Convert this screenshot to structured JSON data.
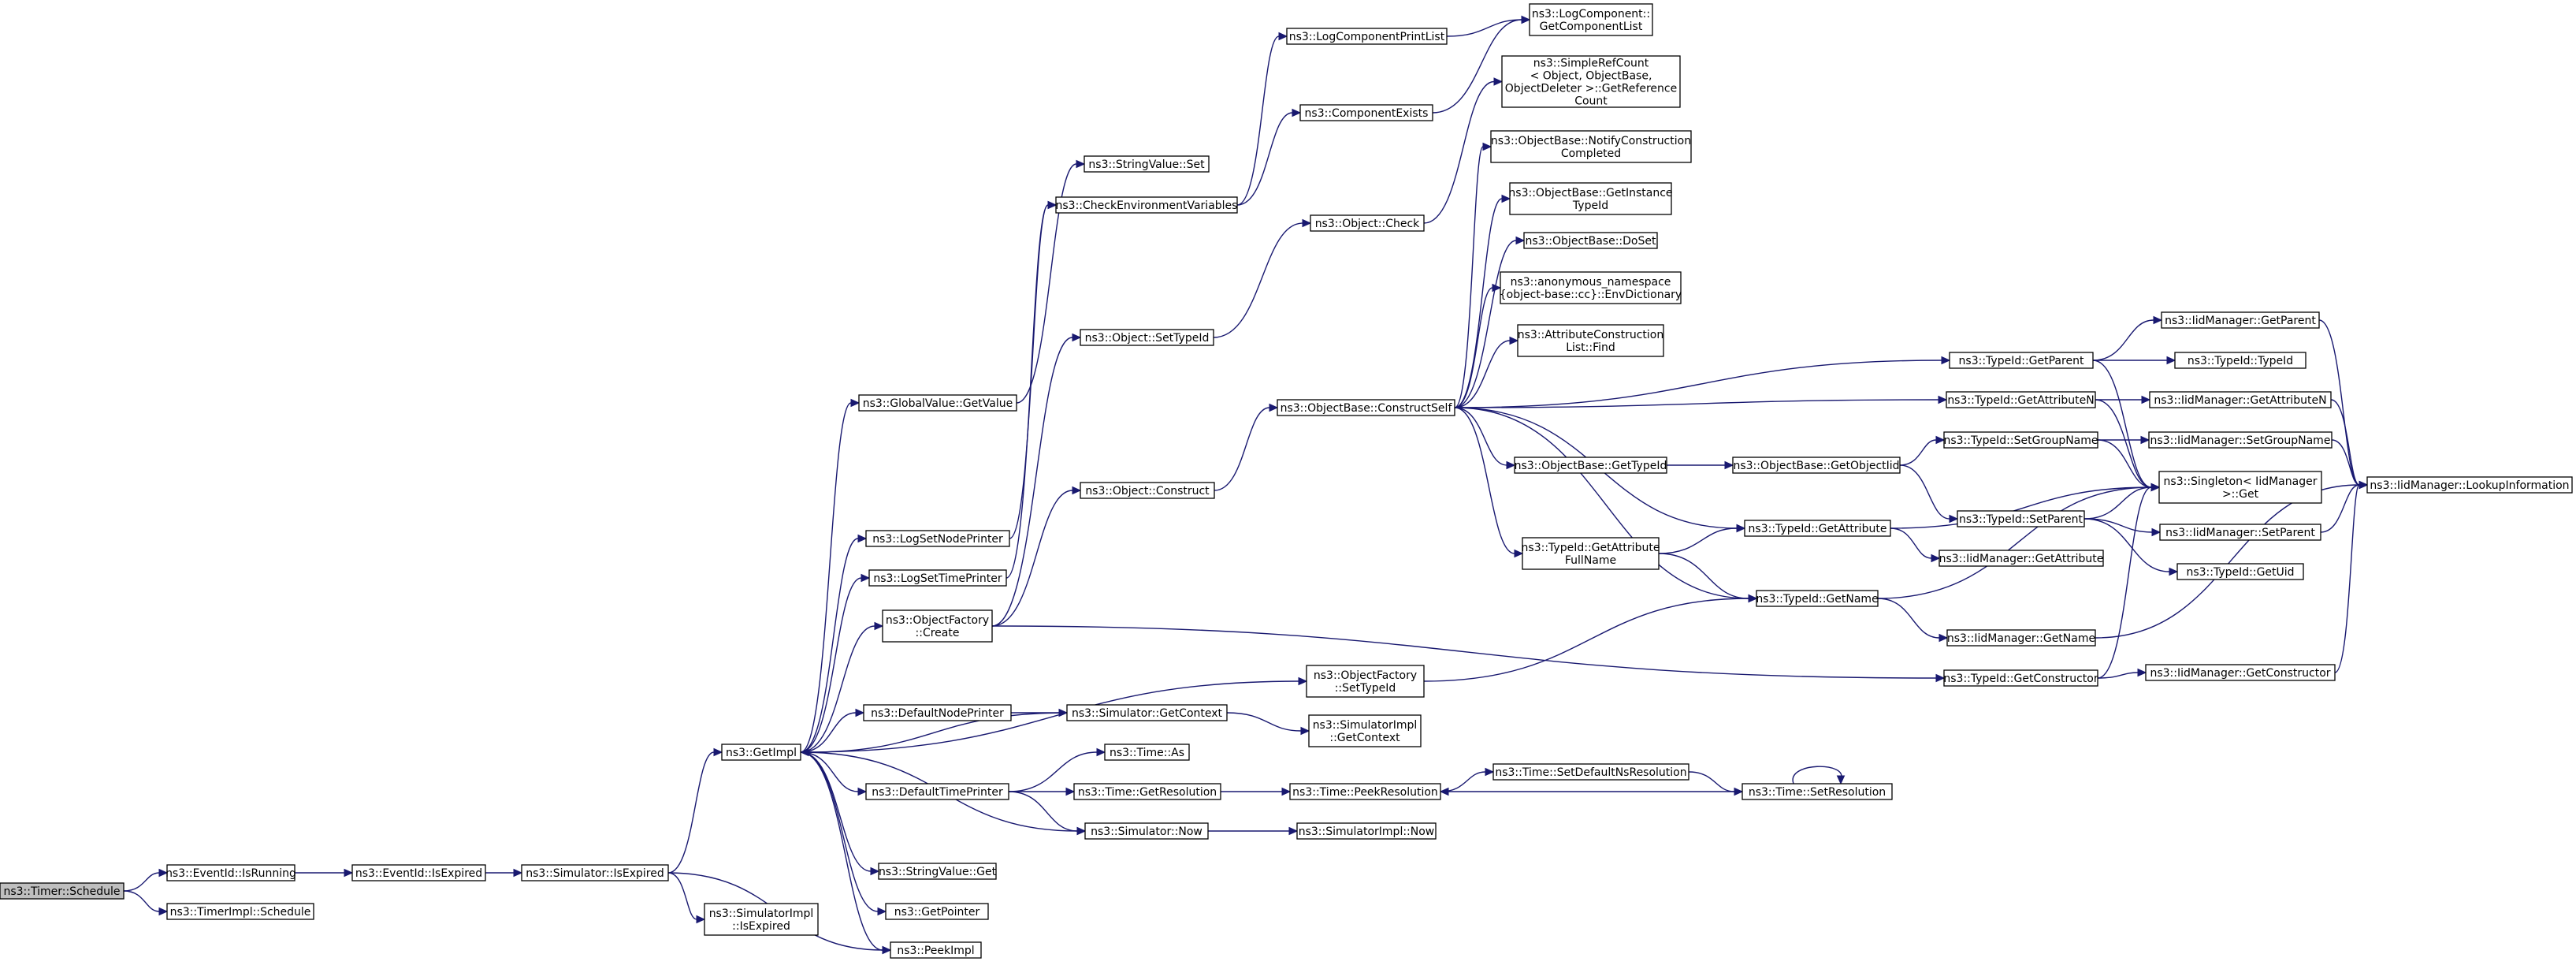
{
  "diagram": {
    "type": "call-graph",
    "colors": {
      "edge": "#191970",
      "root_fill": "#bfbfbf",
      "node_fill": "#ffffff",
      "node_stroke": "#000000"
    },
    "nodes": [
      {
        "id": "timer_schedule",
        "lines": [
          "ns3::Timer::Schedule"
        ],
        "root": true
      },
      {
        "id": "eventid_isrunning",
        "lines": [
          "ns3::EventId::IsRunning"
        ]
      },
      {
        "id": "timerimpl_schedule",
        "lines": [
          "ns3::TimerImpl::Schedule"
        ]
      },
      {
        "id": "eventid_isexpired",
        "lines": [
          "ns3::EventId::IsExpired"
        ]
      },
      {
        "id": "simulator_isexpired",
        "lines": [
          "ns3::Simulator::IsExpired"
        ]
      },
      {
        "id": "getimpl",
        "lines": [
          "ns3::GetImpl"
        ]
      },
      {
        "id": "simimpl_isexpired",
        "lines": [
          "ns3::SimulatorImpl",
          "::IsExpired"
        ]
      },
      {
        "id": "peekimpl",
        "lines": [
          "ns3::PeekImpl"
        ]
      },
      {
        "id": "globalvalue_getvalue",
        "lines": [
          "ns3::GlobalValue::GetValue"
        ]
      },
      {
        "id": "logsetnodeprinter",
        "lines": [
          "ns3::LogSetNodePrinter"
        ]
      },
      {
        "id": "logsettimeprinter",
        "lines": [
          "ns3::LogSetTimePrinter"
        ]
      },
      {
        "id": "objectfactory_create",
        "lines": [
          "ns3::ObjectFactory",
          "::Create"
        ]
      },
      {
        "id": "defaultnodeprinter",
        "lines": [
          "ns3::DefaultNodePrinter"
        ]
      },
      {
        "id": "defaulttimeprinter",
        "lines": [
          "ns3::DefaultTimePrinter"
        ]
      },
      {
        "id": "stringvalue_get",
        "lines": [
          "ns3::StringValue::Get"
        ]
      },
      {
        "id": "getpointer",
        "lines": [
          "ns3::GetPointer"
        ]
      },
      {
        "id": "stringvalue_set",
        "lines": [
          "ns3::StringValue::Set"
        ]
      },
      {
        "id": "checkenv",
        "lines": [
          "ns3::CheckEnvironmentVariables"
        ]
      },
      {
        "id": "object_settypeid",
        "lines": [
          "ns3::Object::SetTypeId"
        ]
      },
      {
        "id": "object_construct",
        "lines": [
          "ns3::Object::Construct"
        ]
      },
      {
        "id": "objectfactory_settypeid",
        "lines": [
          "ns3::ObjectFactory",
          "::SetTypeId"
        ]
      },
      {
        "id": "simulator_getcontext",
        "lines": [
          "ns3::Simulator::GetContext"
        ]
      },
      {
        "id": "time_as",
        "lines": [
          "ns3::Time::As"
        ]
      },
      {
        "id": "time_getresolution",
        "lines": [
          "ns3::Time::GetResolution"
        ]
      },
      {
        "id": "simulator_now",
        "lines": [
          "ns3::Simulator::Now"
        ]
      },
      {
        "id": "logcompprintlist",
        "lines": [
          "ns3::LogComponentPrintList"
        ]
      },
      {
        "id": "componentexists",
        "lines": [
          "ns3::ComponentExists"
        ]
      },
      {
        "id": "object_check",
        "lines": [
          "ns3::Object::Check"
        ]
      },
      {
        "id": "objectbase_constructself",
        "lines": [
          "ns3::ObjectBase::ConstructSelf"
        ]
      },
      {
        "id": "simimpl_getcontext",
        "lines": [
          "ns3::SimulatorImpl",
          "::GetContext"
        ]
      },
      {
        "id": "time_peekresolution",
        "lines": [
          "ns3::Time::PeekResolution"
        ]
      },
      {
        "id": "simimpl_now",
        "lines": [
          "ns3::SimulatorImpl::Now"
        ]
      },
      {
        "id": "logcomp_getcomplist",
        "lines": [
          "ns3::LogComponent::",
          "GetComponentList"
        ]
      },
      {
        "id": "simplerefcount",
        "lines": [
          "ns3::SimpleRefCount",
          "< Object, ObjectBase,",
          "ObjectDeleter >::GetReference",
          "Count"
        ]
      },
      {
        "id": "objectbase_notify",
        "lines": [
          "ns3::ObjectBase::NotifyConstruction",
          "Completed"
        ]
      },
      {
        "id": "objectbase_getinstance",
        "lines": [
          "ns3::ObjectBase::GetInstance",
          "TypeId"
        ]
      },
      {
        "id": "objectbase_doset",
        "lines": [
          "ns3::ObjectBase::DoSet"
        ]
      },
      {
        "id": "anon_envdict",
        "lines": [
          "ns3::anonymous_namespace",
          "{object-base::cc}::EnvDictionary"
        ]
      },
      {
        "id": "attrconstruction_find",
        "lines": [
          "ns3::AttributeConstruction",
          "List::Find"
        ]
      },
      {
        "id": "objectbase_gettypeid",
        "lines": [
          "ns3::ObjectBase::GetTypeId"
        ]
      },
      {
        "id": "typeid_getattributefullname",
        "lines": [
          "ns3::TypeId::GetAttribute",
          "FullName"
        ]
      },
      {
        "id": "time_setdefaultns",
        "lines": [
          "ns3::Time::SetDefaultNsResolution"
        ]
      },
      {
        "id": "objectbase_getobjectiid",
        "lines": [
          "ns3::ObjectBase::GetObjectIid"
        ]
      },
      {
        "id": "typeid_getattribute",
        "lines": [
          "ns3::TypeId::GetAttribute"
        ]
      },
      {
        "id": "typeid_getname",
        "lines": [
          "ns3::TypeId::GetName"
        ]
      },
      {
        "id": "time_setresolution",
        "lines": [
          "ns3::Time::SetResolution"
        ]
      },
      {
        "id": "typeid_getparent",
        "lines": [
          "ns3::TypeId::GetParent"
        ]
      },
      {
        "id": "typeid_getattributen",
        "lines": [
          "ns3::TypeId::GetAttributeN"
        ]
      },
      {
        "id": "typeid_setgroupname",
        "lines": [
          "ns3::TypeId::SetGroupName"
        ]
      },
      {
        "id": "typeid_setparent",
        "lines": [
          "ns3::TypeId::SetParent"
        ]
      },
      {
        "id": "iidmgr_getattribute",
        "lines": [
          "ns3::IidManager::GetAttribute"
        ]
      },
      {
        "id": "iidmgr_getname",
        "lines": [
          "ns3::IidManager::GetName"
        ]
      },
      {
        "id": "typeid_getconstructor",
        "lines": [
          "ns3::TypeId::GetConstructor"
        ]
      },
      {
        "id": "singleton_get",
        "lines": [
          "ns3::Singleton< IidManager",
          ">::Get"
        ]
      },
      {
        "id": "iidmgr_getparent",
        "lines": [
          "ns3::IidManager::GetParent"
        ]
      },
      {
        "id": "typeid_typeid",
        "lines": [
          "ns3::TypeId::TypeId"
        ]
      },
      {
        "id": "iidmgr_getattributen",
        "lines": [
          "ns3::IidManager::GetAttributeN"
        ]
      },
      {
        "id": "iidmgr_setgroupname",
        "lines": [
          "ns3::IidManager::SetGroupName"
        ]
      },
      {
        "id": "iidmgr_setparent",
        "lines": [
          "ns3::IidManager::SetParent"
        ]
      },
      {
        "id": "typeid_getuid",
        "lines": [
          "ns3::TypeId::GetUid"
        ]
      },
      {
        "id": "iidmgr_getconstructor",
        "lines": [
          "ns3::IidManager::GetConstructor"
        ]
      },
      {
        "id": "iidmgr_lookupinformation",
        "lines": [
          "ns3::IidManager::LookupInformation"
        ]
      }
    ],
    "edges": [
      [
        "timer_schedule",
        "eventid_isrunning"
      ],
      [
        "timer_schedule",
        "timerimpl_schedule"
      ],
      [
        "eventid_isrunning",
        "eventid_isexpired"
      ],
      [
        "eventid_isexpired",
        "simulator_isexpired"
      ],
      [
        "simulator_isexpired",
        "getimpl"
      ],
      [
        "simulator_isexpired",
        "simimpl_isexpired"
      ],
      [
        "simulator_isexpired",
        "peekimpl"
      ],
      [
        "getimpl",
        "globalvalue_getvalue"
      ],
      [
        "getimpl",
        "logsetnodeprinter"
      ],
      [
        "getimpl",
        "logsettimeprinter"
      ],
      [
        "getimpl",
        "objectfactory_create"
      ],
      [
        "getimpl",
        "objectfactory_settypeid"
      ],
      [
        "getimpl",
        "defaultnodeprinter"
      ],
      [
        "getimpl",
        "defaulttimeprinter"
      ],
      [
        "getimpl",
        "simulator_now"
      ],
      [
        "getimpl",
        "stringvalue_get"
      ],
      [
        "getimpl",
        "getpointer"
      ],
      [
        "getimpl",
        "peekimpl"
      ],
      [
        "globalvalue_getvalue",
        "stringvalue_set"
      ],
      [
        "logsetnodeprinter",
        "checkenv"
      ],
      [
        "logsettimeprinter",
        "checkenv"
      ],
      [
        "objectfactory_create",
        "object_settypeid"
      ],
      [
        "objectfactory_create",
        "object_construct"
      ],
      [
        "objectfactory_create",
        "typeid_getconstructor"
      ],
      [
        "objectfactory_settypeid",
        "typeid_getname"
      ],
      [
        "defaultnodeprinter",
        "simulator_getcontext"
      ],
      [
        "simulator_getcontext",
        "getimpl"
      ],
      [
        "simulator_getcontext",
        "simimpl_getcontext"
      ],
      [
        "defaulttimeprinter",
        "time_as"
      ],
      [
        "defaulttimeprinter",
        "time_getresolution"
      ],
      [
        "defaulttimeprinter",
        "simulator_now"
      ],
      [
        "simulator_now",
        "simimpl_now"
      ],
      [
        "time_getresolution",
        "time_peekresolution"
      ],
      [
        "checkenv",
        "logcompprintlist"
      ],
      [
        "checkenv",
        "componentexists"
      ],
      [
        "logcompprintlist",
        "logcomp_getcomplist"
      ],
      [
        "componentexists",
        "logcomp_getcomplist"
      ],
      [
        "object_settypeid",
        "object_check"
      ],
      [
        "object_check",
        "simplerefcount"
      ],
      [
        "object_construct",
        "objectbase_constructself"
      ],
      [
        "objectbase_constructself",
        "objectbase_notify"
      ],
      [
        "objectbase_constructself",
        "objectbase_getinstance"
      ],
      [
        "objectbase_constructself",
        "objectbase_doset"
      ],
      [
        "objectbase_constructself",
        "anon_envdict"
      ],
      [
        "objectbase_constructself",
        "attrconstruction_find"
      ],
      [
        "objectbase_constructself",
        "objectbase_gettypeid"
      ],
      [
        "objectbase_constructself",
        "typeid_getattributefullname"
      ],
      [
        "objectbase_constructself",
        "typeid_getattribute"
      ],
      [
        "objectbase_constructself",
        "typeid_getname"
      ],
      [
        "objectbase_constructself",
        "typeid_getparent"
      ],
      [
        "objectbase_constructself",
        "typeid_getattributen"
      ],
      [
        "objectbase_gettypeid",
        "objectbase_getobjectiid"
      ],
      [
        "objectbase_getobjectiid",
        "typeid_setgroupname"
      ],
      [
        "objectbase_getobjectiid",
        "typeid_setparent"
      ],
      [
        "typeid_getattributefullname",
        "typeid_getattribute"
      ],
      [
        "typeid_getattributefullname",
        "typeid_getname"
      ],
      [
        "typeid_getattribute",
        "iidmgr_getattribute"
      ],
      [
        "typeid_getattribute",
        "singleton_get"
      ],
      [
        "typeid_getname",
        "iidmgr_getname"
      ],
      [
        "typeid_getname",
        "singleton_get"
      ],
      [
        "typeid_getparent",
        "iidmgr_getparent"
      ],
      [
        "typeid_getparent",
        "typeid_typeid"
      ],
      [
        "typeid_getparent",
        "singleton_get"
      ],
      [
        "typeid_getattributen",
        "iidmgr_getattributen"
      ],
      [
        "typeid_getattributen",
        "singleton_get"
      ],
      [
        "typeid_setgroupname",
        "iidmgr_setgroupname"
      ],
      [
        "typeid_setgroupname",
        "singleton_get"
      ],
      [
        "typeid_setparent",
        "iidmgr_setparent"
      ],
      [
        "typeid_setparent",
        "typeid_getuid"
      ],
      [
        "typeid_setparent",
        "singleton_get"
      ],
      [
        "typeid_getconstructor",
        "iidmgr_getconstructor"
      ],
      [
        "typeid_getconstructor",
        "singleton_get"
      ],
      [
        "iidmgr_getparent",
        "iidmgr_lookupinformation"
      ],
      [
        "iidmgr_getattributen",
        "iidmgr_lookupinformation"
      ],
      [
        "iidmgr_setgroupname",
        "iidmgr_lookupinformation"
      ],
      [
        "iidmgr_setparent",
        "iidmgr_lookupinformation"
      ],
      [
        "iidmgr_getname",
        "iidmgr_lookupinformation"
      ],
      [
        "iidmgr_getconstructor",
        "iidmgr_lookupinformation"
      ],
      [
        "time_peekresolution",
        "time_setdefaultns"
      ],
      [
        "time_setdefaultns",
        "time_setresolution"
      ],
      [
        "time_setresolution",
        "time_peekresolution"
      ],
      [
        "time_setresolution",
        "time_setresolution"
      ]
    ]
  }
}
